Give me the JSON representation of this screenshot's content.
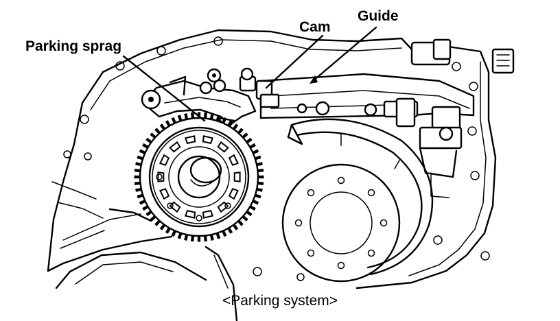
{
  "labels": {
    "parking_sprag": "Parking sprag",
    "cam": "Cam",
    "guide": "Guide"
  },
  "caption": "<Parking system>",
  "colors": {
    "ink": "#000000",
    "paper": "#ffffff"
  }
}
